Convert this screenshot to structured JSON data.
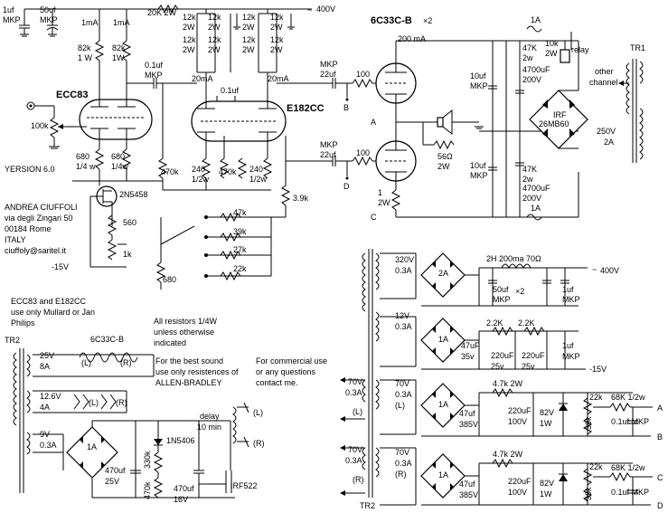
{
  "labels": {
    "c1": "1uf",
    "c1b": "MKP",
    "c2": "50uf",
    "c2b": "MKP",
    "r20k": "20K 2W",
    "hv400_top": "400V",
    "ma1": "1mA",
    "ma2": "1mA",
    "r82k_1": "82k",
    "r82k_1b": "1 W",
    "r82k_2": "82k",
    "r82k_2b": "1W",
    "r12k": "12k",
    "w2": "2W",
    "ecc83": "ECC83",
    "e182cc": "E182CC",
    "c6c33cb": "6C33C-B",
    "x2": "×2",
    "ma200": "200 mA",
    "ma20a": "20mA",
    "ma20b": "20mA",
    "cap01": "0.1uf",
    "cap01b": "MKP",
    "cap01c": "0.1uf",
    "r100k": "100k",
    "version": "YERSION 6.0",
    "r680a": "680",
    "r680a2": "1/4 w",
    "r680b": "680",
    "r680b2": "1/4w",
    "r470k_a": "470k",
    "r240_a": "240",
    "r240_a2": "1/2w",
    "r470k_b": "470k",
    "r240_b": "240",
    "r240_b2": "1/2w",
    "r39k_a": "3.9k",
    "mkp22a": "MKP",
    "mkp22a2": "22uf",
    "mkp22b": "MKP",
    "mkp22b2": "22uf",
    "r100a": "100",
    "r100b": "100",
    "node_a": "A",
    "node_b": "B",
    "node_c": "C",
    "node_d": "D",
    "node_a2": "A",
    "node_c2": "C",
    "r1_2w": "1",
    "r1_2w_b": "2W",
    "r56": "56Ω",
    "r56b": "2W",
    "c10uf_a": "10uf",
    "c10uf_a2": "MKP",
    "c10uf_b": "10uf",
    "c10uf_b2": "MKP",
    "r47k_a": "47K",
    "r47k_a2": "2w",
    "c4700_a": "4700uF",
    "c4700_a2": "200V",
    "r47k_b": "47K",
    "r47k_b2": "2w",
    "c4700_b": "4700uF",
    "c4700_b2": "200V",
    "fuse1": "1A",
    "fuse2": "1A",
    "r10k": "10k",
    "r10k2": "2W",
    "relay": "relay",
    "tr1": "TR1",
    "other": "other",
    "channel": "channel",
    "irf": "IRF",
    "bridge26": "26MB60",
    "v250": "250V",
    "v250b": "2A",
    "author1": "ANDREA CIUFFOLI",
    "author2": "via degli Zingari 50",
    "author3": "00184 Rome",
    "author4": "ITALY",
    "author5": "ciuffoly@saritel.it",
    "jfet": "2N5458",
    "r560": "560",
    "r1k": "1k",
    "neg15": "-15V",
    "r47k_sw": "47k",
    "r39k_sw": "39k",
    "r27k_sw": "27k",
    "r22k_sw": "22k",
    "r680c": "680",
    "note1": "ECC83 and E182CC",
    "note2": "use only Mullard or Jan",
    "note3": "Philips",
    "note4": "All resistors 1/4W",
    "note5": "unless otherwise",
    "note6": "indicated",
    "note7": "For the best sound",
    "note8": "use only resistences of",
    "note9": "ALLEN-BRADLEY",
    "note10": "For commercial use",
    "note11": "or any questions",
    "note12": "contact me.",
    "tr2_left": "TR2",
    "tr2_bot": "TR2",
    "v25": "25V",
    "a8": "8A",
    "fil_l": "(L)",
    "fil_r": "(R)",
    "v126": "12.6V",
    "a4": "4A",
    "v9": "9V",
    "a03a": "0.3A",
    "a1": "1A",
    "delay": "delay",
    "delay2": "10 min",
    "tilde": "~",
    "relay_l": "(L)",
    "relay_r": "(R)",
    "c470_25": "470uf",
    "c470_25b": "25V",
    "r330k": "330k",
    "r470k_c": "470k",
    "d1n5406": "1N5406",
    "c470_16": "470uf",
    "c470_16b": "16V",
    "irf522": "IRF522",
    "v320": "320V",
    "a03b": "0.3A",
    "a2": "2A",
    "choke": "2H 200ma 70Ω",
    "c50": "50uf",
    "c50b": "MKP",
    "x2b": "×2",
    "c1uf_b": "1uf",
    "c1uf_b2": "MKP",
    "hv400_psu": "400V",
    "v12": "12V",
    "a03c": "0.3A",
    "a1b": "1A",
    "r22k_1": "2.2K",
    "r22k_2": "2.2K",
    "c47_35": "47uF",
    "c47_35b": "35v",
    "c220_25a": "220uF",
    "c220_25a2": "25v",
    "c220_25b": "220uF",
    "c220_25b2": "25v",
    "c1uf_c": "1uf",
    "c1uf_c2": "MKP",
    "neg15b": "-15V",
    "v70a": "70V",
    "a03d": "0.3A",
    "v70b": "70V",
    "a03e": "0.3A",
    "v70c": "70V",
    "a03f": "0.3A",
    "v70d": "70V",
    "a03g": "0.3A",
    "lbl_l1": "(L)",
    "lbl_r1": "(R)",
    "lbl_l2": "(L)",
    "lbl_r2": "(R)",
    "a1c": "1A",
    "a1d": "1A",
    "r47k_2w_a": "4.7k 2W",
    "r47k_2w_b": "4.7k 2W",
    "c47_385a": "47uf",
    "c47_385a2": "385V",
    "c47_385b": "47uf",
    "c47_385b2": "385V",
    "c220_100a": "220uF",
    "c220_100a2": "100V",
    "c220_100b": "220uF",
    "c220_100b2": "100V",
    "z82a": "82V",
    "z82a2": "1W",
    "z82b": "82V",
    "z82b2": "1W",
    "r22k_pot_a": "22k",
    "r22k_pot_b": "22k",
    "r39k_pot_a": "39k",
    "r39k_pot_b": "39k",
    "r68k_a": "68K 1/2w",
    "r68k_b": "68K 1/2w",
    "c01_a": "0.1uf MKP",
    "c01_b": "0.1uf MKP",
    "out_a": "A",
    "out_b": "B",
    "out_c": "C",
    "out_d": "D"
  }
}
